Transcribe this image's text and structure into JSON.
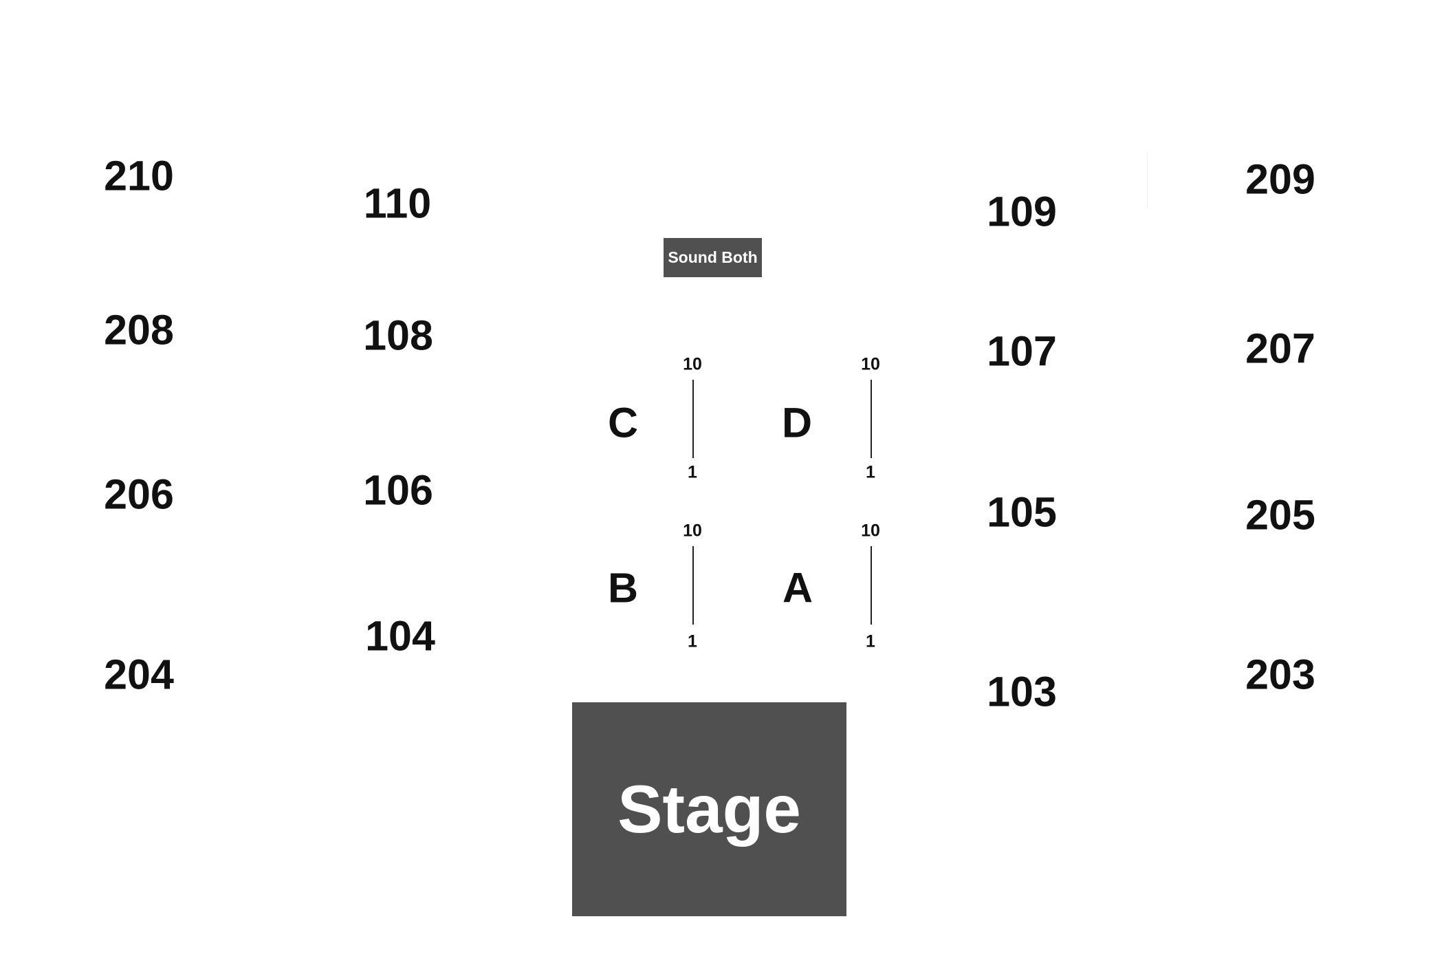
{
  "sections": {
    "s210": "210",
    "s110": "110",
    "s109": "109",
    "s209": "209",
    "s208": "208",
    "s108": "108",
    "s107": "107",
    "s207": "207",
    "s206": "206",
    "s106": "106",
    "s105": "105",
    "s205": "205",
    "s204": "204",
    "s104": "104",
    "s103": "103",
    "s203": "203"
  },
  "floor": {
    "c": "C",
    "d": "D",
    "b": "B",
    "a": "A"
  },
  "rows": {
    "first": "1",
    "last": "10"
  },
  "sound_booth": "Sound Both",
  "stage": "Stage",
  "colors": {
    "block_fill": "#505050",
    "block_text": "#ffffff",
    "label_text": "#111111",
    "background": "#ffffff"
  }
}
